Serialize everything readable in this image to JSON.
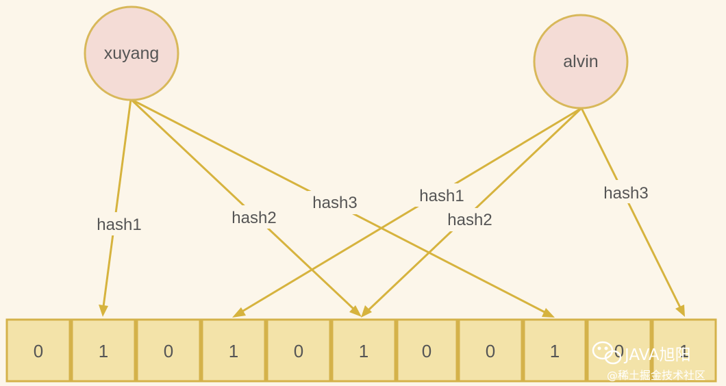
{
  "nodes": [
    {
      "id": "xuyang",
      "label": "xuyang"
    },
    {
      "id": "alvin",
      "label": "alvin"
    }
  ],
  "bit_array": [
    "0",
    "1",
    "0",
    "1",
    "0",
    "1",
    "0",
    "0",
    "1",
    "0",
    "1"
  ],
  "edges": [
    {
      "from": "xuyang",
      "label": "hash1",
      "to_index": 1
    },
    {
      "from": "xuyang",
      "label": "hash2",
      "to_index": 5
    },
    {
      "from": "xuyang",
      "label": "hash3",
      "to_index": 8
    },
    {
      "from": "alvin",
      "label": "hash1",
      "to_index": 3
    },
    {
      "from": "alvin",
      "label": "hash2",
      "to_index": 5
    },
    {
      "from": "alvin",
      "label": "hash3",
      "to_index": 10
    }
  ],
  "watermark": {
    "text": "JAVA旭阳",
    "subtext": "@稀土掘金技术社区"
  },
  "colors": {
    "line": "#d6b33e",
    "node_fill": "#f4dcd6",
    "cell_fill": "#f3e3a9",
    "background": "#fcf6ea"
  }
}
